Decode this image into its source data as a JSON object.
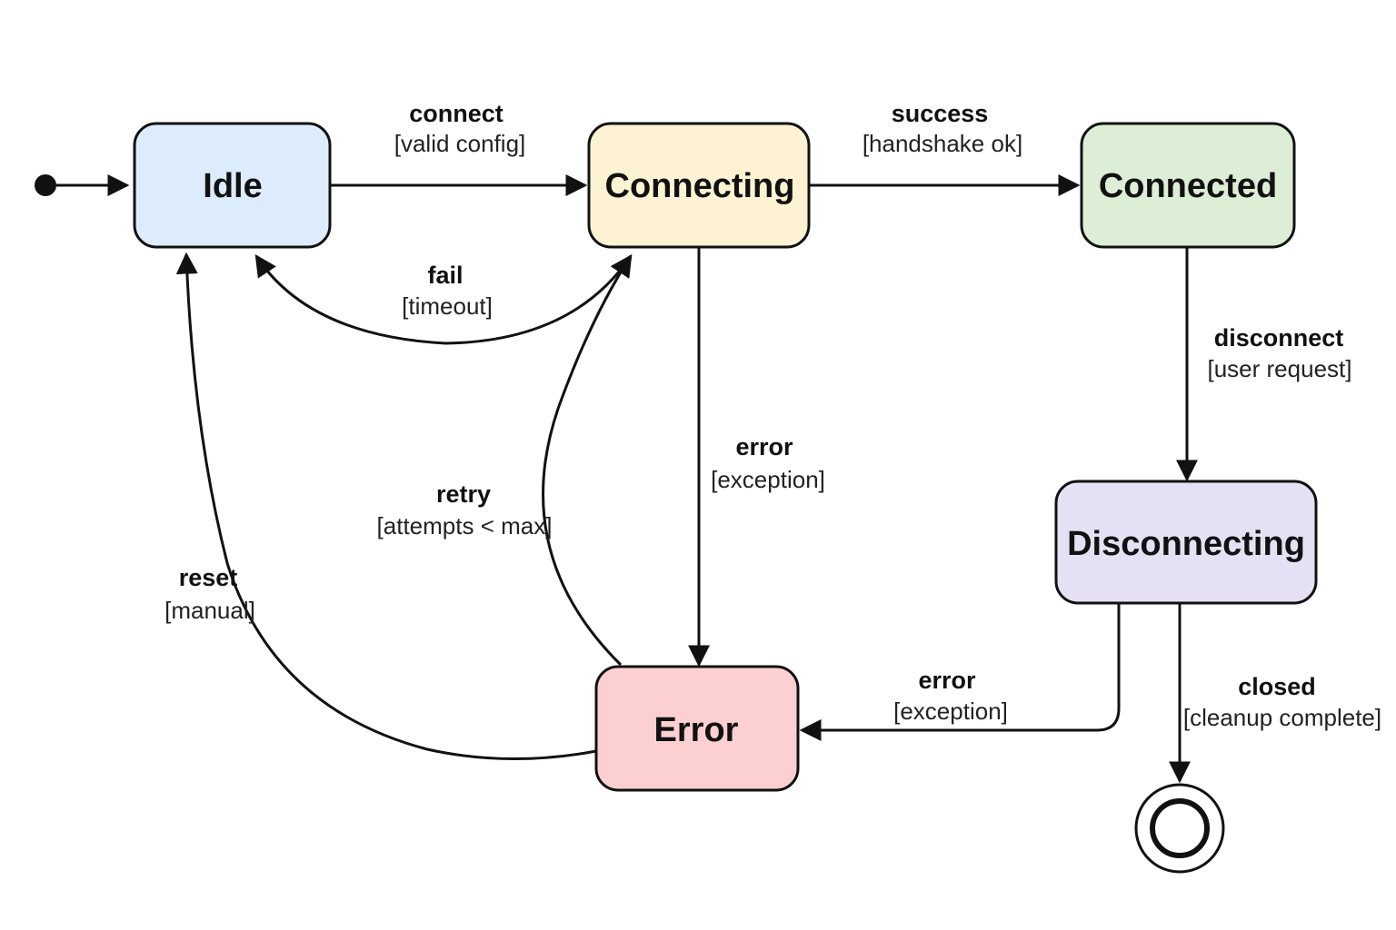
{
  "colors": {
    "idle": "#dcecfc",
    "connecting": "#fdf3d2",
    "connected": "#dcefd6",
    "disconnecting": "#e6e0f4",
    "error": "#fcd0d0",
    "stroke": "#111111"
  },
  "states": {
    "idle": "Idle",
    "connecting": "Connecting",
    "connected": "Connected",
    "disconnecting": "Disconnecting",
    "error": "Error"
  },
  "transitions": {
    "connect": {
      "event": "connect",
      "guard": "[valid config]"
    },
    "success": {
      "event": "success",
      "guard": "[handshake ok]"
    },
    "fail": {
      "event": "fail",
      "guard": "[timeout]"
    },
    "disconnect": {
      "event": "disconnect",
      "guard": "[user request]"
    },
    "error_connecting": {
      "event": "error",
      "guard": "[exception]"
    },
    "retry": {
      "event": "retry",
      "guard": "[attempts < max]"
    },
    "reset": {
      "event": "reset",
      "guard": "[manual]"
    },
    "error_disconnecting": {
      "event": "error",
      "guard": "[exception]"
    },
    "closed": {
      "event": "closed",
      "guard": "[cleanup complete]"
    }
  }
}
